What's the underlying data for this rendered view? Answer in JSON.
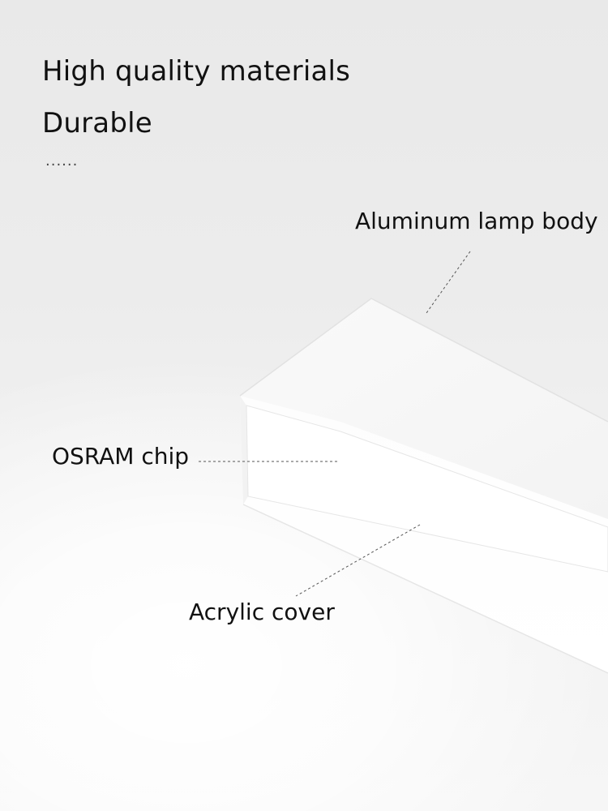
{
  "headline": {
    "line1": "High quality materials",
    "line2": "Durable",
    "ellipsis": "......"
  },
  "callouts": {
    "body": "Aluminum lamp body",
    "chip": "OSRAM chip",
    "cover": "Acrylic cover"
  },
  "colors": {
    "text": "#111111",
    "background": "#ececec",
    "lamp": "#ffffff",
    "leader_line": "#555555"
  }
}
